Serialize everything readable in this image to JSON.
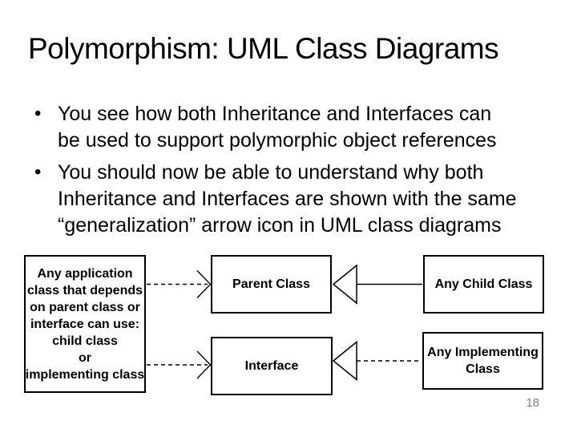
{
  "slide": {
    "title": "Polymorphism: UML Class Diagrams",
    "bullet_char": "•",
    "bullets": [
      {
        "lines": [
          "You see how both Inheritance and Interfaces can",
          "be used to support polymorphic object references"
        ]
      },
      {
        "lines": [
          "You should now be able to understand why both",
          "Inheritance and Interfaces are shown with the same",
          "“generalization” arrow icon in UML class diagrams"
        ]
      }
    ],
    "page_number": "18"
  },
  "diagram": {
    "depender_box": {
      "lines": [
        "Any application",
        "class that depends",
        "on parent class or",
        "interface can use:",
        "child class",
        "or",
        "implementing class"
      ]
    },
    "parent_class_box": {
      "label": "Parent Class"
    },
    "child_class_box": {
      "label": "Any Child Class"
    },
    "interface_box": {
      "label": "Interface"
    },
    "implementing_class_box": {
      "lines": [
        "Any Implementing",
        "Class"
      ]
    },
    "arrows": {
      "dependency_to_parent": "dashed-line-open-arrowhead",
      "dependency_to_interface": "dashed-line-open-arrowhead",
      "generalization": "solid-line-hollow-triangle",
      "realization": "dashed-line-hollow-triangle"
    }
  },
  "colors": {
    "background": "#ffffff",
    "foreground": "#000000",
    "page_number_color": "#808080"
  }
}
